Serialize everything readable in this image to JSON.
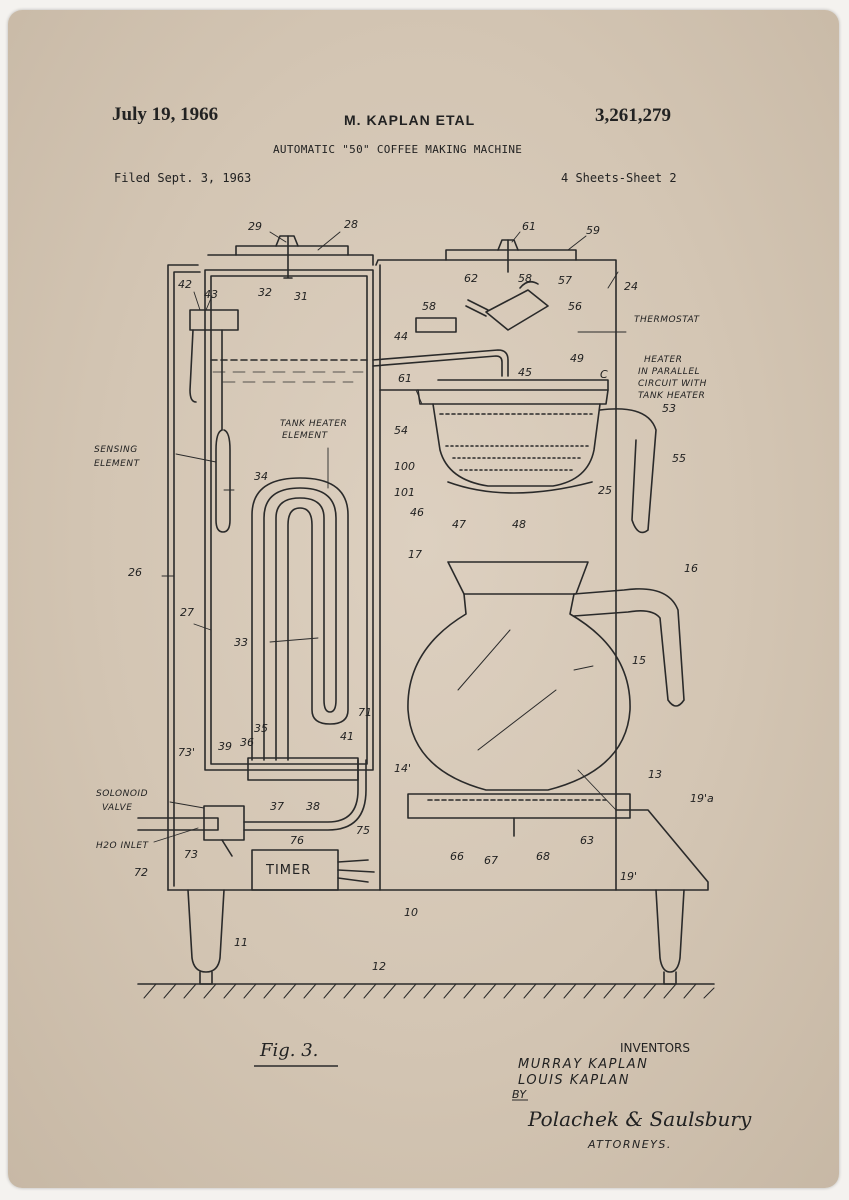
{
  "header": {
    "date": "July 19, 1966",
    "inventor_name": "M. KAPLAN ETAL",
    "patent_number": "3,261,279",
    "title": "AUTOMATIC \"50\" COFFEE MAKING MACHINE",
    "filed": "Filed Sept. 3, 1963",
    "sheets": "4 Sheets-Sheet 2"
  },
  "labels": {
    "l29": "29",
    "l28": "28",
    "l61": "61",
    "l59": "59",
    "l42": "42",
    "l43": "43",
    "l32": "32",
    "l31": "31",
    "l62": "62",
    "l58a": "58",
    "l57": "57",
    "l24": "24",
    "l58b": "58",
    "l56": "56",
    "thermostat": "THERMOSTAT",
    "l44": "44",
    "l45": "45",
    "l49": "49",
    "heater_1": "HEATER",
    "heater_2": "IN PARALLEL",
    "heater_3": "CIRCUIT WITH",
    "heater_4": "TANK HEATER",
    "l61b": "61",
    "lC": "C",
    "l53": "53",
    "sensing_1": "SENSING",
    "sensing_2": "ELEMENT",
    "tank_1": "TANK HEATER",
    "tank_2": "ELEMENT",
    "l54": "54",
    "l55": "55",
    "l34": "34",
    "l100": "100",
    "l101": "101",
    "l25": "25",
    "l46": "46",
    "l47": "47",
    "l48": "48",
    "l17": "17",
    "l16": "16",
    "l26": "26",
    "l27": "27",
    "l33": "33",
    "l15": "15",
    "l35": "35",
    "l71": "71",
    "l73p": "73'",
    "l39": "39",
    "l36": "36",
    "l41": "41",
    "l14p": "14'",
    "l13": "13",
    "l19a": "19'a",
    "solenoid_1": "SOLONOID",
    "solenoid_2": "VALVE",
    "l37": "37",
    "l38": "38",
    "l63": "63",
    "h2o": "H2O INLET",
    "l76": "76",
    "l75": "75",
    "l73": "73",
    "l66": "66",
    "l67": "67",
    "l68": "68",
    "l72": "72",
    "l19p": "19'",
    "timer": "TIMER",
    "l10": "10",
    "l11": "11",
    "l12": "12"
  },
  "figure_label": "Fig. 3.",
  "footer": {
    "inventors_heading": "INVENTORS",
    "inventor_1": "MURRAY KAPLAN",
    "inventor_2": "LOUIS KAPLAN",
    "by": "BY",
    "signature": "Polachek & Saulsbury",
    "attorneys": "ATTORNEYS."
  }
}
